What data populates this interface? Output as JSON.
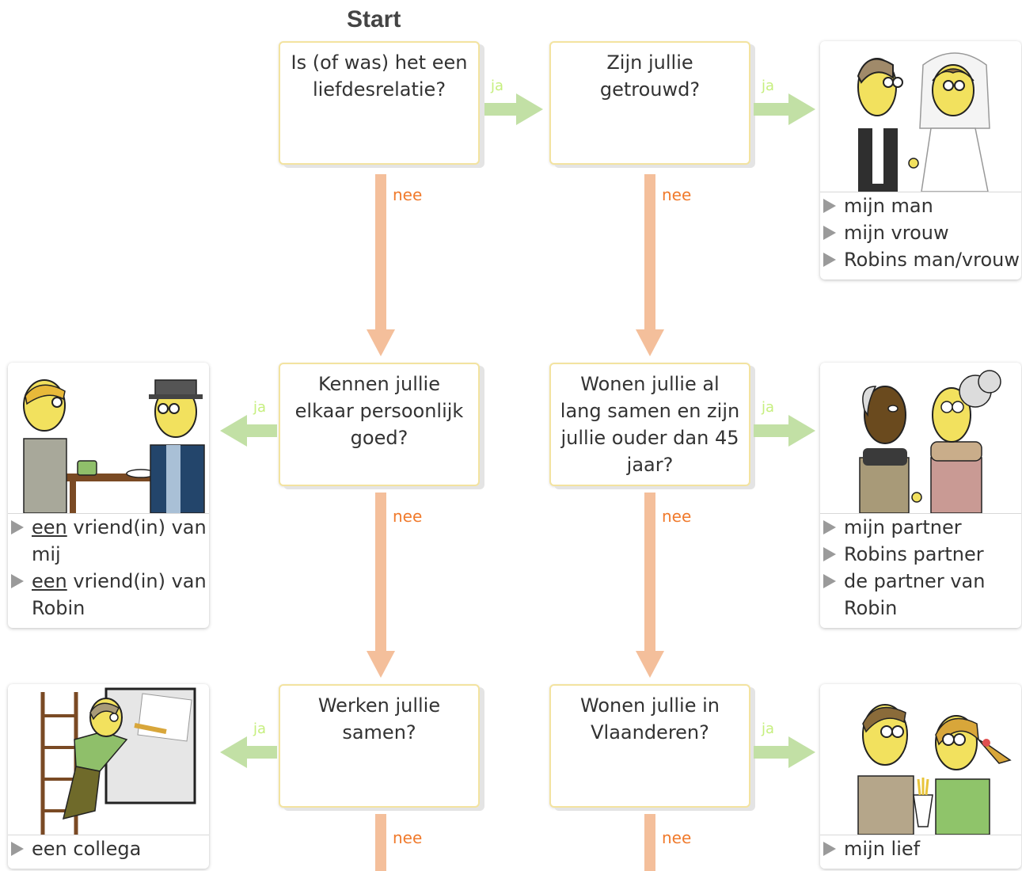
{
  "start_label": "Start",
  "questions": {
    "q1": "Is (of was) het een liefdesrelatie?",
    "q2": "Zijn jullie getrouwd?",
    "q3": "Kennen jullie elkaar persoonlijk goed?",
    "q4": "Wonen jullie al lang samen en zijn jullie ouder dan 45 jaar?",
    "q5": "Werken jullie samen?",
    "q6": "Wonen jullie in Vlaanderen?"
  },
  "edge_labels": {
    "yes": "ja",
    "no": "nee"
  },
  "results": {
    "married": [
      "mijn man",
      "mijn vrouw",
      "Robins man/vrouw"
    ],
    "friend": {
      "item1": {
        "article": "een",
        "rest": " vriend(in) van mij"
      },
      "item2": {
        "article": "een",
        "rest": " vriend(in) van Robin"
      }
    },
    "partner": [
      "mijn partner",
      "Robins partner",
      "de partner van Robin"
    ],
    "colleague": [
      "een collega"
    ],
    "lief": [
      "mijn lief"
    ]
  },
  "colors": {
    "no_arrow": "#f4bf9b",
    "yes_arrow": "#c2e0a5",
    "no_label": "#f07a2c",
    "yes_label": "#c6ef7e",
    "question_border": "#f3e3a0"
  }
}
